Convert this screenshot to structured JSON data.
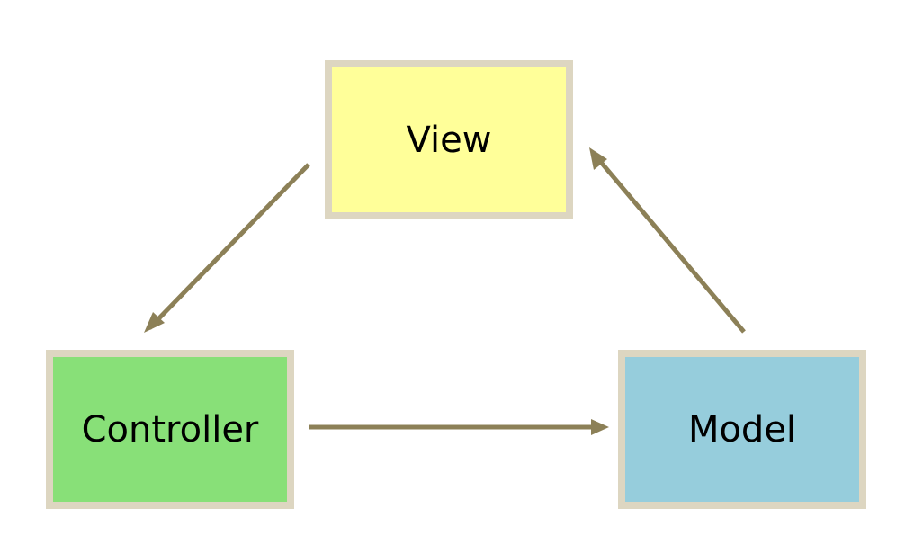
{
  "diagram": {
    "nodes": [
      {
        "id": "view",
        "label": "View",
        "color": "#ffff99"
      },
      {
        "id": "controller",
        "label": "Controller",
        "color": "#88e078"
      },
      {
        "id": "model",
        "label": "Model",
        "color": "#96cddc"
      }
    ],
    "edges": [
      {
        "from": "view",
        "to": "controller"
      },
      {
        "from": "controller",
        "to": "model"
      },
      {
        "from": "model",
        "to": "view"
      }
    ],
    "colors": {
      "node_border": "#ddd6c1",
      "arrow": "#8c8057"
    }
  }
}
